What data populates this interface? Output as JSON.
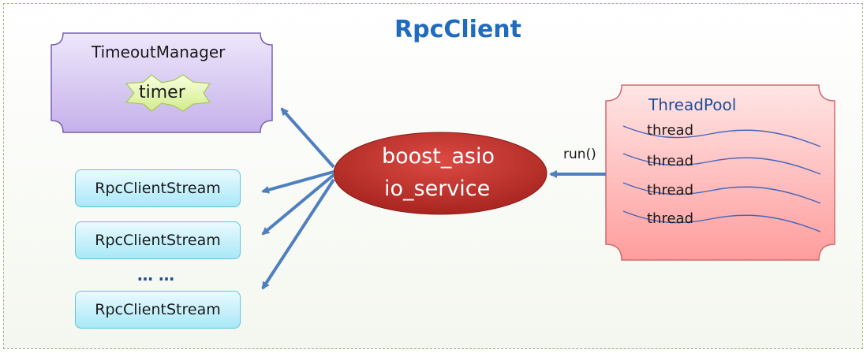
{
  "title": "RpcClient",
  "timeout_manager": {
    "label": "TimeoutManager",
    "timer_label": "timer"
  },
  "asio": {
    "line1": "boost_asio",
    "line2": "io_service"
  },
  "run_label": "run()",
  "thread_pool": {
    "label": "ThreadPool",
    "threads": [
      "thread",
      "thread",
      "thread",
      "thread"
    ]
  },
  "streams": [
    "RpcClientStream",
    "RpcClientStream",
    "RpcClientStream"
  ],
  "ellipsis": "… …",
  "colors": {
    "title": "#1f6bbf",
    "arrow": "#4f7fbf",
    "asio_fill": "#c0302a",
    "timeout_fill": "#d6c6f0",
    "threadpool_fill": "#ffbcbc",
    "stream_fill": "#a8e8f7",
    "timer_fill": "#e6f5b5"
  }
}
